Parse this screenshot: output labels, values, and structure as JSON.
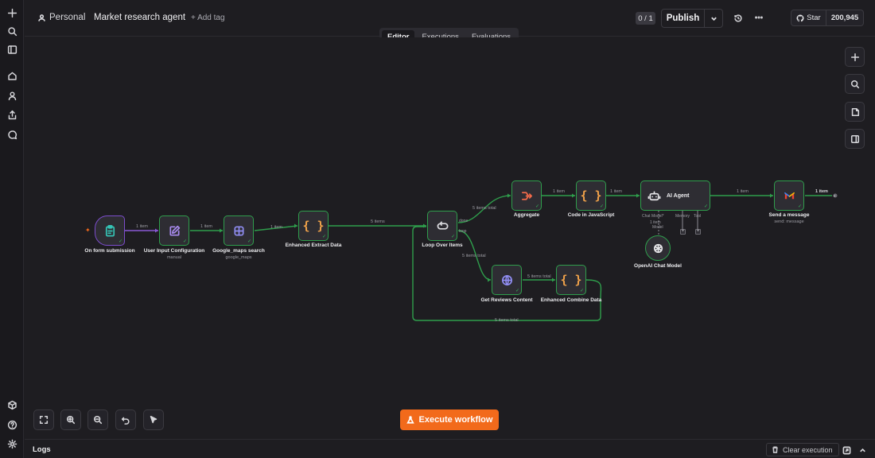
{
  "header": {
    "project": "Personal",
    "workflow_name": "Market research agent",
    "add_tag": "+ Add tag",
    "counter": "0 / 1",
    "publish": "Publish",
    "github_star": "Star",
    "github_count": "200,945"
  },
  "tabs": [
    "Editor",
    "Executions",
    "Evaluations"
  ],
  "active_tab": "Editor",
  "nodes": {
    "form": {
      "label": "On form submission"
    },
    "user_input": {
      "label": "User Input Configuration",
      "sub": "manual"
    },
    "gmaps": {
      "label": "Google_maps search",
      "sub": "google_maps"
    },
    "extract": {
      "label": "Enhanced Extract Data"
    },
    "loop": {
      "label": "Loop Over Items"
    },
    "aggregate": {
      "label": "Aggregate"
    },
    "code": {
      "label": "Code in JavaScript"
    },
    "agent": {
      "label": "AI Agent"
    },
    "gmail": {
      "label": "Send a message",
      "sub": "send: message"
    },
    "openai": {
      "label": "OpenAI Chat Model"
    },
    "reviews": {
      "label": "Get Reviews Content"
    },
    "combine": {
      "label": "Enhanced Combine Data"
    }
  },
  "edges": {
    "e1": "1 item",
    "e2": "1 item",
    "e3": "1 item",
    "e4": "5 items",
    "e5": "5 items total",
    "e6": "1 item",
    "e7": "1 item",
    "e8": "1 item",
    "e9": "1 item",
    "e10": "5 items total",
    "e11": "5 items total",
    "e12": "5 items total",
    "e13": "1 item",
    "done": "done",
    "loop": "loop"
  },
  "agent_ports": {
    "chat_model": "Chat Model*",
    "memory": "Memory",
    "tool": "Tool",
    "model_items": "1 item"
  },
  "execute": "Execute workflow",
  "logs": {
    "title": "Logs",
    "clear": "Clear execution"
  },
  "colors": {
    "accent": "#f26a1b",
    "success": "#2f9e4c",
    "trigger": "#7c4dcc"
  }
}
